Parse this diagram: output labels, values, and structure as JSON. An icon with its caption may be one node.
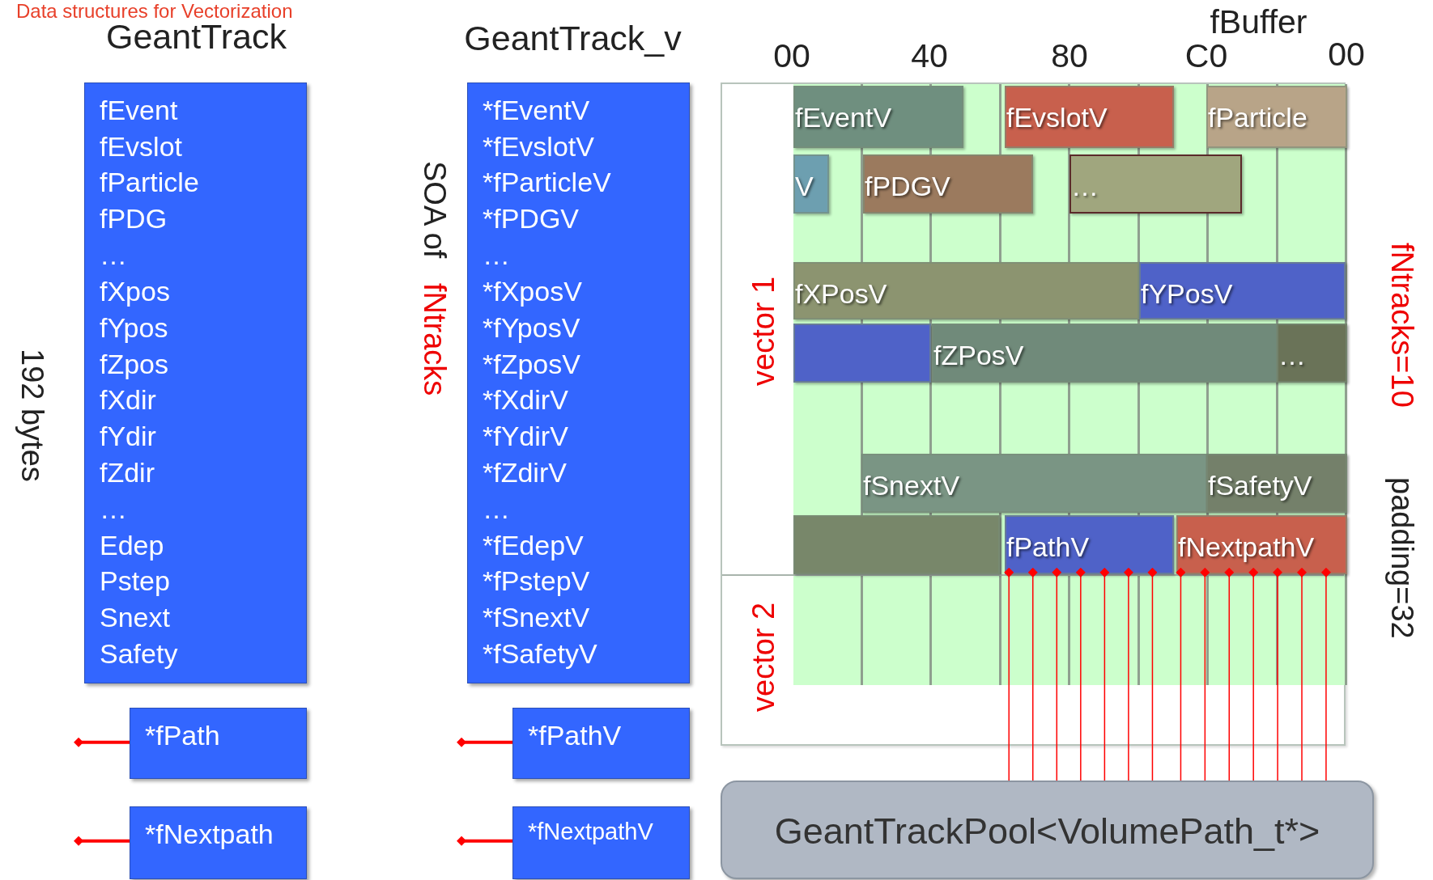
{
  "diagram": {
    "title": "Data structures for Vectorization",
    "nodes": [
      {
        "text": [
          "GeantTrack",
          "fEvent",
          "fEvslot",
          "fParticle",
          "fPDG",
          "…",
          "fXpos",
          "fYpos",
          "fZpos",
          "fXdir",
          "fYdir",
          "fZdir",
          "…",
          "Edep",
          "Pstep",
          "Snext",
          "Safety"
        ]
      },
      {
        "text": [
          "*fPath"
        ]
      },
      {
        "text": [
          "*fNextpath"
        ]
      },
      {
        "text": [
          "GeantTrack_v",
          "*fEventV",
          "*fEvslotV",
          "*fParticleV",
          "*fPDGV",
          "…",
          "*fXposV",
          "*fYposV",
          "*fZposV",
          "*fXdirV",
          "*fYdirV",
          "*fZdirV",
          "…",
          "*fEdepV",
          "*fPstepV",
          "*fSnextV",
          "*fSafetyV"
        ]
      },
      {
        "text": [
          "*fPathV"
        ]
      },
      {
        "text": [
          "*fNextpathV"
        ]
      },
      {
        "text": [
          "fBuffer"
        ]
      },
      {
        "text": [
          "fEventV"
        ],
        "in": 6
      },
      {
        "text": [
          "fEvslotV"
        ],
        "in": 6
      },
      {
        "text": [
          "fParticle"
        ],
        "in": 6
      },
      {
        "text": [
          "V"
        ],
        "in": 6
      },
      {
        "text": [
          "fPDGV"
        ],
        "in": 6
      },
      {
        "text": [
          "…"
        ],
        "in": 6
      },
      {
        "text": [
          "fXPosV"
        ],
        "in": 6
      },
      {
        "text": [
          "fYPosV"
        ],
        "in": 6
      },
      {
        "text": [],
        "shape": "bar",
        "in": 6
      },
      {
        "text": [
          "fZPosV"
        ],
        "in": 6
      },
      {
        "text": [
          "…"
        ],
        "in": 6
      },
      {
        "text": [
          "fSnextV"
        ],
        "in": 6
      },
      {
        "text": [
          "fSafetyV"
        ],
        "in": 6
      },
      {
        "text": [],
        "shape": "bar",
        "in": 6
      },
      {
        "text": [
          "fPathV"
        ],
        "in": 6
      },
      {
        "text": [
          "fNextpathV"
        ],
        "in": 6
      },
      {
        "text": [
          "GeantTrackPool<VolumePath_t*>"
        ]
      }
    ],
    "edges": [
      {
        "from": null,
        "to": 1,
        "arrow": "other"
      },
      {
        "from": null,
        "to": 2,
        "arrow": "other"
      },
      {
        "from": null,
        "to": 4,
        "arrow": "other"
      },
      {
        "from": null,
        "to": 5,
        "arrow": "other"
      },
      {
        "from": 21,
        "to": 23,
        "arrow": "other"
      },
      {
        "from": 21,
        "to": 23,
        "arrow": "other"
      },
      {
        "from": 21,
        "to": 23,
        "arrow": "other"
      },
      {
        "from": 21,
        "to": 23,
        "arrow": "other"
      },
      {
        "from": 21,
        "to": 23,
        "arrow": "other"
      },
      {
        "from": 21,
        "to": 23,
        "arrow": "other"
      },
      {
        "from": 21,
        "to": 23,
        "arrow": "other"
      },
      {
        "from": 22,
        "to": 23,
        "arrow": "other"
      },
      {
        "from": 22,
        "to": 23,
        "arrow": "other"
      },
      {
        "from": 22,
        "to": 23,
        "arrow": "other"
      },
      {
        "from": 22,
        "to": 23,
        "arrow": "other"
      },
      {
        "from": 22,
        "to": 23,
        "arrow": "other"
      },
      {
        "from": 22,
        "to": 23,
        "arrow": "other"
      },
      {
        "from": 22,
        "to": 23,
        "arrow": "other"
      }
    ],
    "labels": [
      "192 bytes",
      "SOA of",
      "fNtracks",
      "00",
      "40",
      "80",
      "C0",
      "00",
      "vector 1",
      "vector 2",
      "fNtracks=10",
      "padding=32"
    ]
  }
}
